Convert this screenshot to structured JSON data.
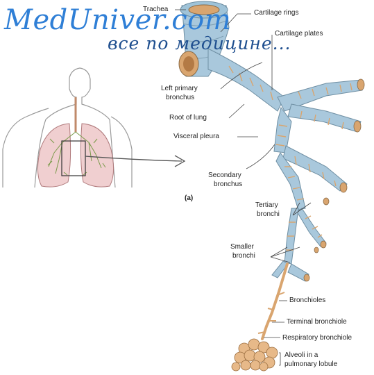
{
  "watermark": {
    "site": "MedUniver.com",
    "tagline": "все по медицине..."
  },
  "panel_label": "(a)",
  "labels": {
    "trachea": "Trachea",
    "cartilage_rings": "Cartilage rings",
    "cartilage_plates": "Cartilage plates",
    "left_primary_bronchus_1": "Left primary",
    "left_primary_bronchus_2": "bronchus",
    "root_of_lung": "Root of lung",
    "visceral_pleura": "Visceral pleura",
    "secondary_bronchus_1": "Secondary",
    "secondary_bronchus_2": "bronchus",
    "tertiary_bronchi_1": "Tertiary",
    "tertiary_bronchi_2": "bronchi",
    "smaller_bronchi_1": "Smaller",
    "smaller_bronchi_2": "bronchi",
    "bronchioles": "Bronchioles",
    "terminal_bronchiole": "Terminal  bronchiole",
    "respiratory_bronchiole": "Respiratory bronchiole",
    "alveoli_1": "Alveoli in a",
    "alveoli_2": "pulmonary lobule"
  },
  "colors": {
    "cartilage_blue": "#9fc3d8",
    "airway_orange": "#e3b27a",
    "lung_pink": "#f0cfd0",
    "watermark_blue": "#2f7fd6"
  }
}
